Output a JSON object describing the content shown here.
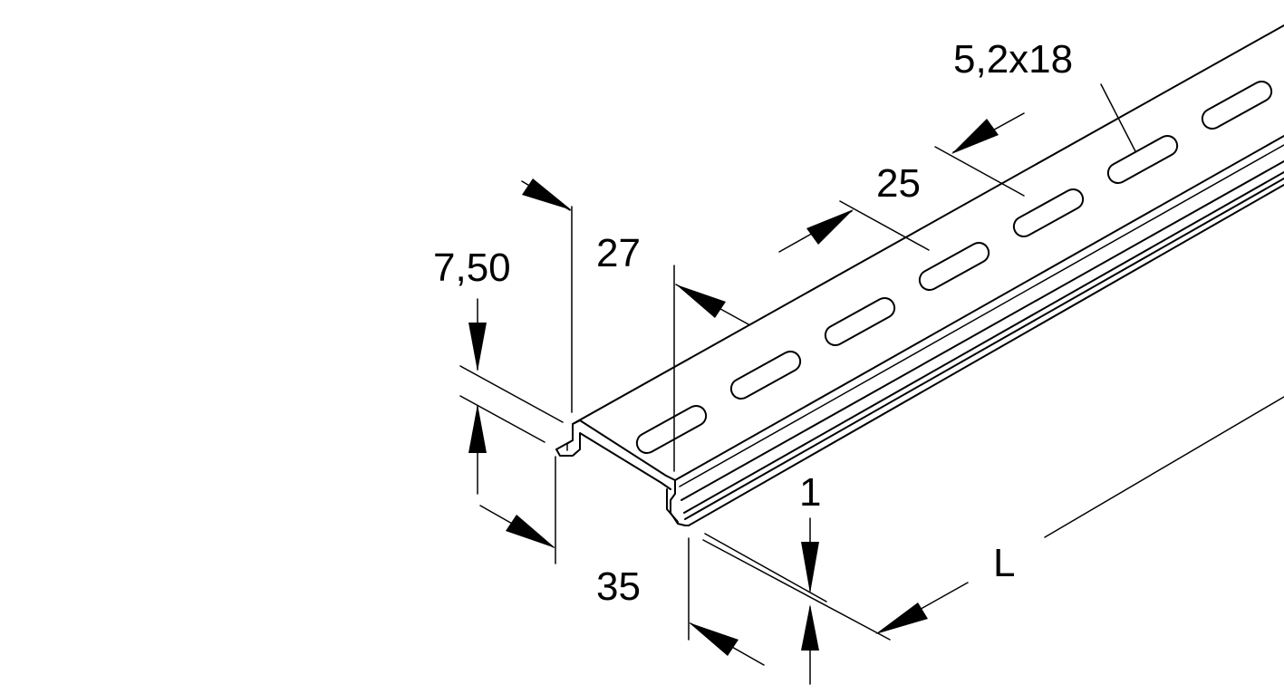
{
  "labels": {
    "slot": "5,2x18",
    "pitch": "25",
    "width_top": "27",
    "height": "7,50",
    "width_base": "35",
    "thickness": "1",
    "length": "L"
  },
  "colors": {
    "line": "#000000",
    "background": "#ffffff"
  }
}
